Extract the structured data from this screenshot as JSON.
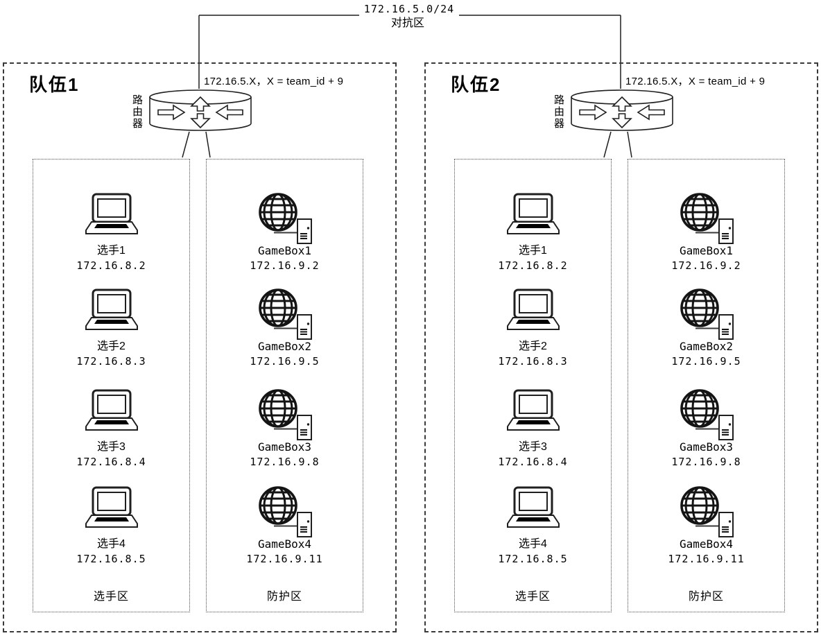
{
  "colors": {
    "line": "#1f1f1f",
    "text": "#000000",
    "background": "#ffffff"
  },
  "backbone": {
    "network_label": "172.16.5.0/24",
    "zone_label": "对抗区"
  },
  "icons": {
    "router": "router-cylinder-arrows-icon",
    "player": "laptop-icon",
    "gamebox": "globe-server-icon"
  },
  "teams": [
    {
      "title": "队伍1",
      "router_label": "路由器",
      "uplink_label": "172.16.5.X，X = team_id + 9",
      "player_zone": {
        "label": "选手区",
        "nodes": [
          {
            "name": "选手1",
            "ip": "172.16.8.2"
          },
          {
            "name": "选手2",
            "ip": "172.16.8.3"
          },
          {
            "name": "选手3",
            "ip": "172.16.8.4"
          },
          {
            "name": "选手4",
            "ip": "172.16.8.5"
          }
        ]
      },
      "protection_zone": {
        "label": "防护区",
        "nodes": [
          {
            "name": "GameBox1",
            "ip": "172.16.9.2"
          },
          {
            "name": "GameBox2",
            "ip": "172.16.9.5"
          },
          {
            "name": "GameBox3",
            "ip": "172.16.9.8"
          },
          {
            "name": "GameBox4",
            "ip": "172.16.9.11"
          }
        ]
      }
    },
    {
      "title": "队伍2",
      "router_label": "路由器",
      "uplink_label": "172.16.5.X，X = team_id + 9",
      "player_zone": {
        "label": "选手区",
        "nodes": [
          {
            "name": "选手1",
            "ip": "172.16.8.2"
          },
          {
            "name": "选手2",
            "ip": "172.16.8.3"
          },
          {
            "name": "选手3",
            "ip": "172.16.8.4"
          },
          {
            "name": "选手4",
            "ip": "172.16.8.5"
          }
        ]
      },
      "protection_zone": {
        "label": "防护区",
        "nodes": [
          {
            "name": "GameBox1",
            "ip": "172.16.9.2"
          },
          {
            "name": "GameBox2",
            "ip": "172.16.9.5"
          },
          {
            "name": "GameBox3",
            "ip": "172.16.9.8"
          },
          {
            "name": "GameBox4",
            "ip": "172.16.9.11"
          }
        ]
      }
    }
  ]
}
